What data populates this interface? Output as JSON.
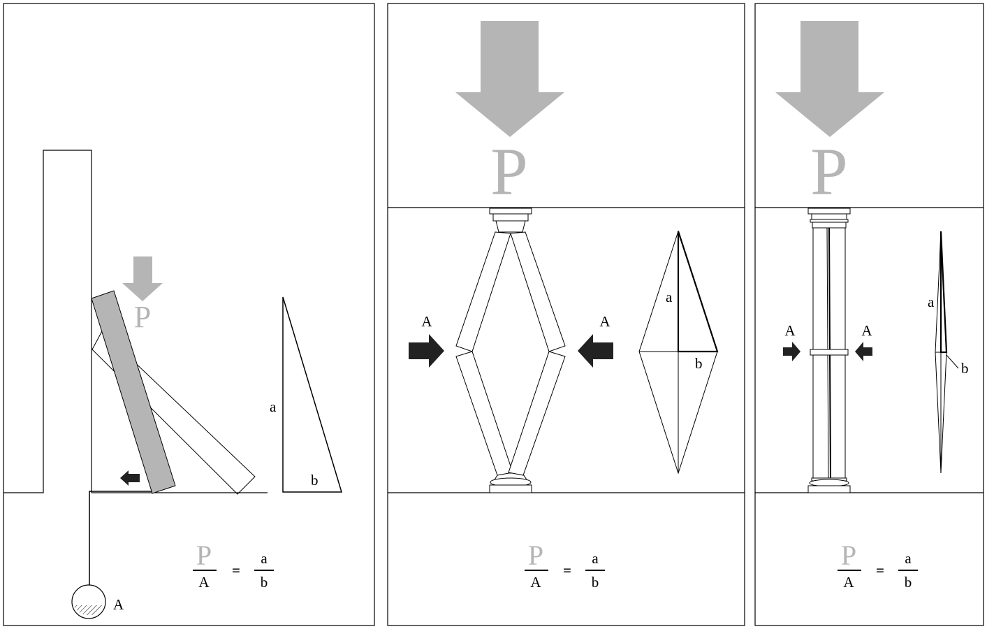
{
  "colors": {
    "load": "#b5b5b5",
    "thrust": "#222222",
    "line": "#000000",
    "background": "#ffffff"
  },
  "panels": [
    {
      "id": "wall",
      "load_label": "P",
      "thrust_label": "A",
      "triangle_labels": {
        "a": "a",
        "b": "b"
      },
      "formula": {
        "num_left": "P",
        "den_left": "A",
        "equals": "=",
        "num_right": "a",
        "den_right": "b"
      }
    },
    {
      "id": "hinged-column",
      "load_label": "P",
      "thrust_left_label": "A",
      "thrust_right_label": "A",
      "triangle_labels": {
        "a": "a",
        "b": "b"
      },
      "formula": {
        "num_left": "P",
        "den_left": "A",
        "equals": "=",
        "num_right": "a",
        "den_right": "b"
      }
    },
    {
      "id": "straight-column",
      "load_label": "P",
      "thrust_left_label": "A",
      "thrust_right_label": "A",
      "triangle_labels": {
        "a": "a",
        "b": "b"
      },
      "formula": {
        "num_left": "P",
        "den_left": "A",
        "equals": "=",
        "num_right": "a",
        "den_right": "b"
      }
    }
  ]
}
